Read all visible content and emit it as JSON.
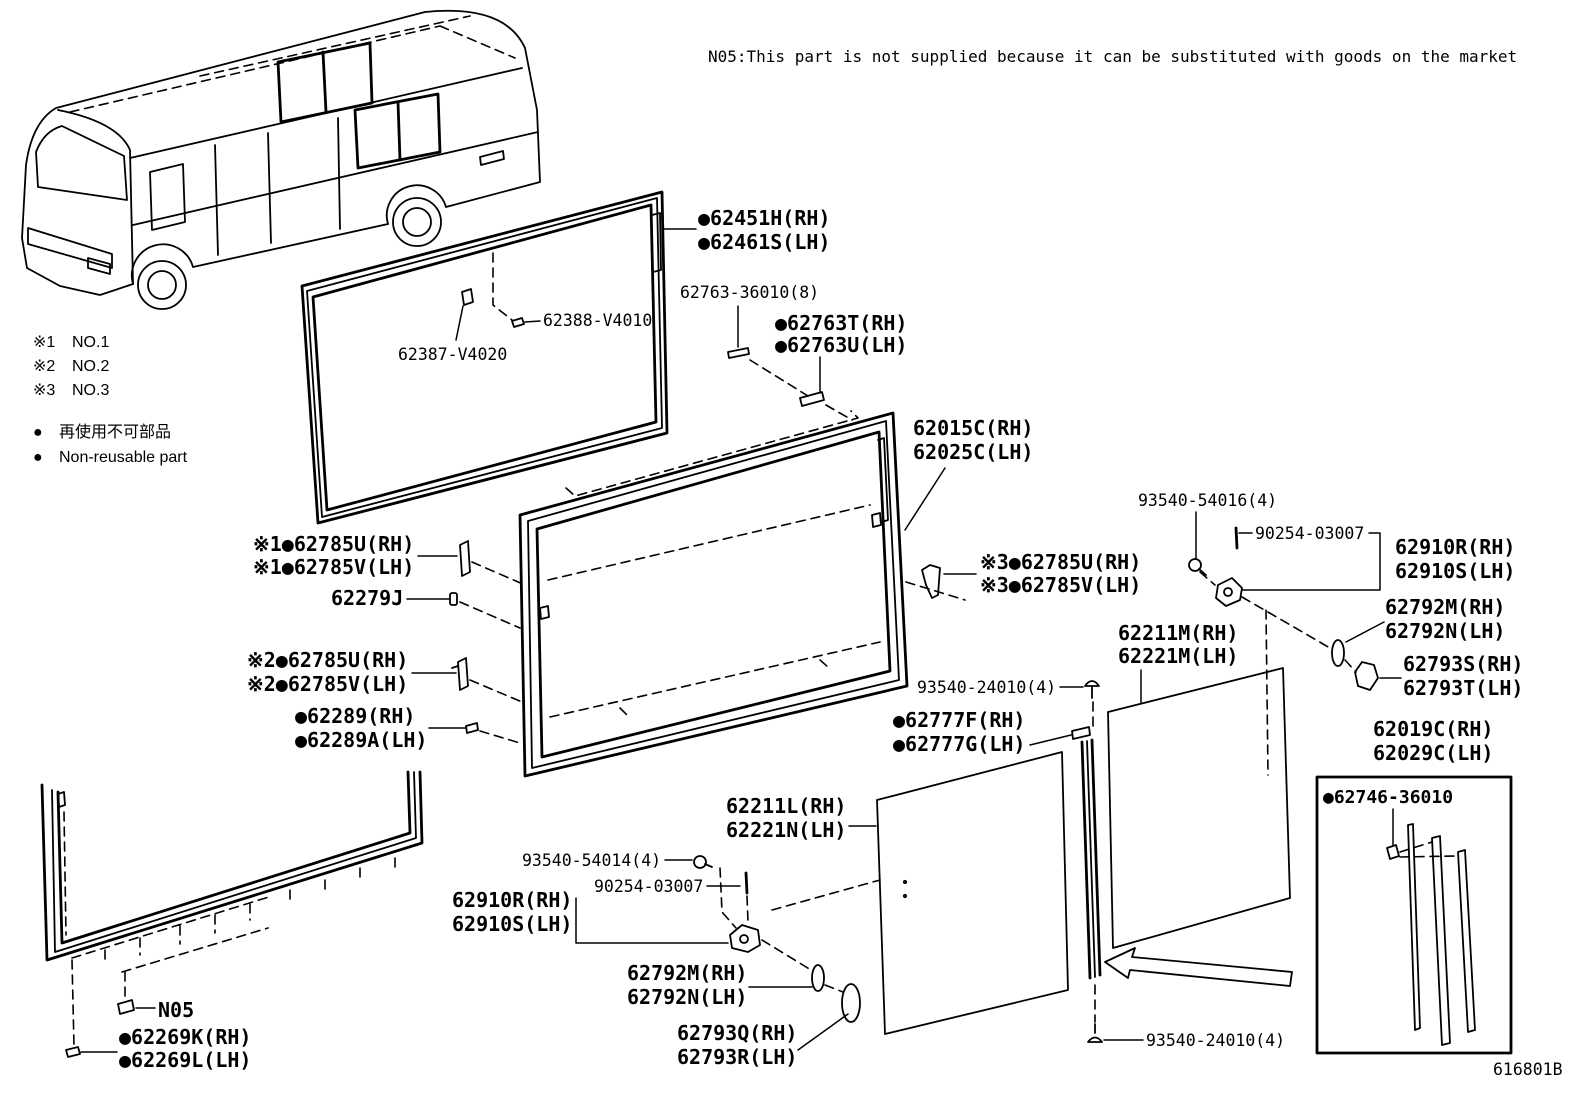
{
  "note": "N05:This part is not supplied because it can be substituted with goods on the market",
  "diagram_code": "616801B",
  "legend": [
    {
      "mark": "※1",
      "label": "NO.1"
    },
    {
      "mark": "※2",
      "label": "NO.2"
    },
    {
      "mark": "※3",
      "label": "NO.3"
    },
    {
      "mark": "●",
      "label": "再使用不可部品"
    },
    {
      "mark": "●",
      "label": "Non-reusable part"
    }
  ],
  "callouts": [
    [
      "●62451H(RH)",
      "●62461S(LH)"
    ],
    [
      "62763-36010(8)"
    ],
    [
      "●62763T(RH)",
      "●62763U(LH)"
    ],
    [
      "62388-V4010"
    ],
    [
      "62387-V4020"
    ],
    [
      "62015C(RH)",
      "62025C(LH)"
    ],
    [
      "93540-54016(4)"
    ],
    [
      "90254-03007"
    ],
    [
      "62910R(RH)",
      "62910S(LH)"
    ],
    [
      "※1●62785U(RH)",
      "※1●62785V(LH)"
    ],
    [
      "※3●62785U(RH)",
      "※3●62785V(LH)"
    ],
    [
      "62279J"
    ],
    [
      "62792M(RH)",
      "62792N(LH)"
    ],
    [
      "62211M(RH)",
      "62221M(LH)"
    ],
    [
      "※2●62785U(RH)",
      "※2●62785V(LH)"
    ],
    [
      "62793S(RH)",
      "62793T(LH)"
    ],
    [
      "93540-24010(4)"
    ],
    [
      "●62289(RH)",
      "●62289A(LH)"
    ],
    [
      "●62777F(RH)",
      "●62777G(LH)"
    ],
    [
      "62019C(RH)",
      "62029C(LH)"
    ],
    [
      "●62746-36010"
    ],
    [
      "62211L(RH)",
      "62221N(LH)"
    ],
    [
      "93540-54014(4)"
    ],
    [
      "90254-03007"
    ],
    [
      "62910R(RH)",
      "62910S(LH)"
    ],
    [
      "62792M(RH)",
      "62792N(LH)"
    ],
    [
      "N05"
    ],
    [
      "62793Q(RH)",
      "62793R(LH)"
    ],
    [
      "●62269K(RH)",
      "●62269L(LH)"
    ],
    [
      "93540-24010(4)"
    ]
  ]
}
